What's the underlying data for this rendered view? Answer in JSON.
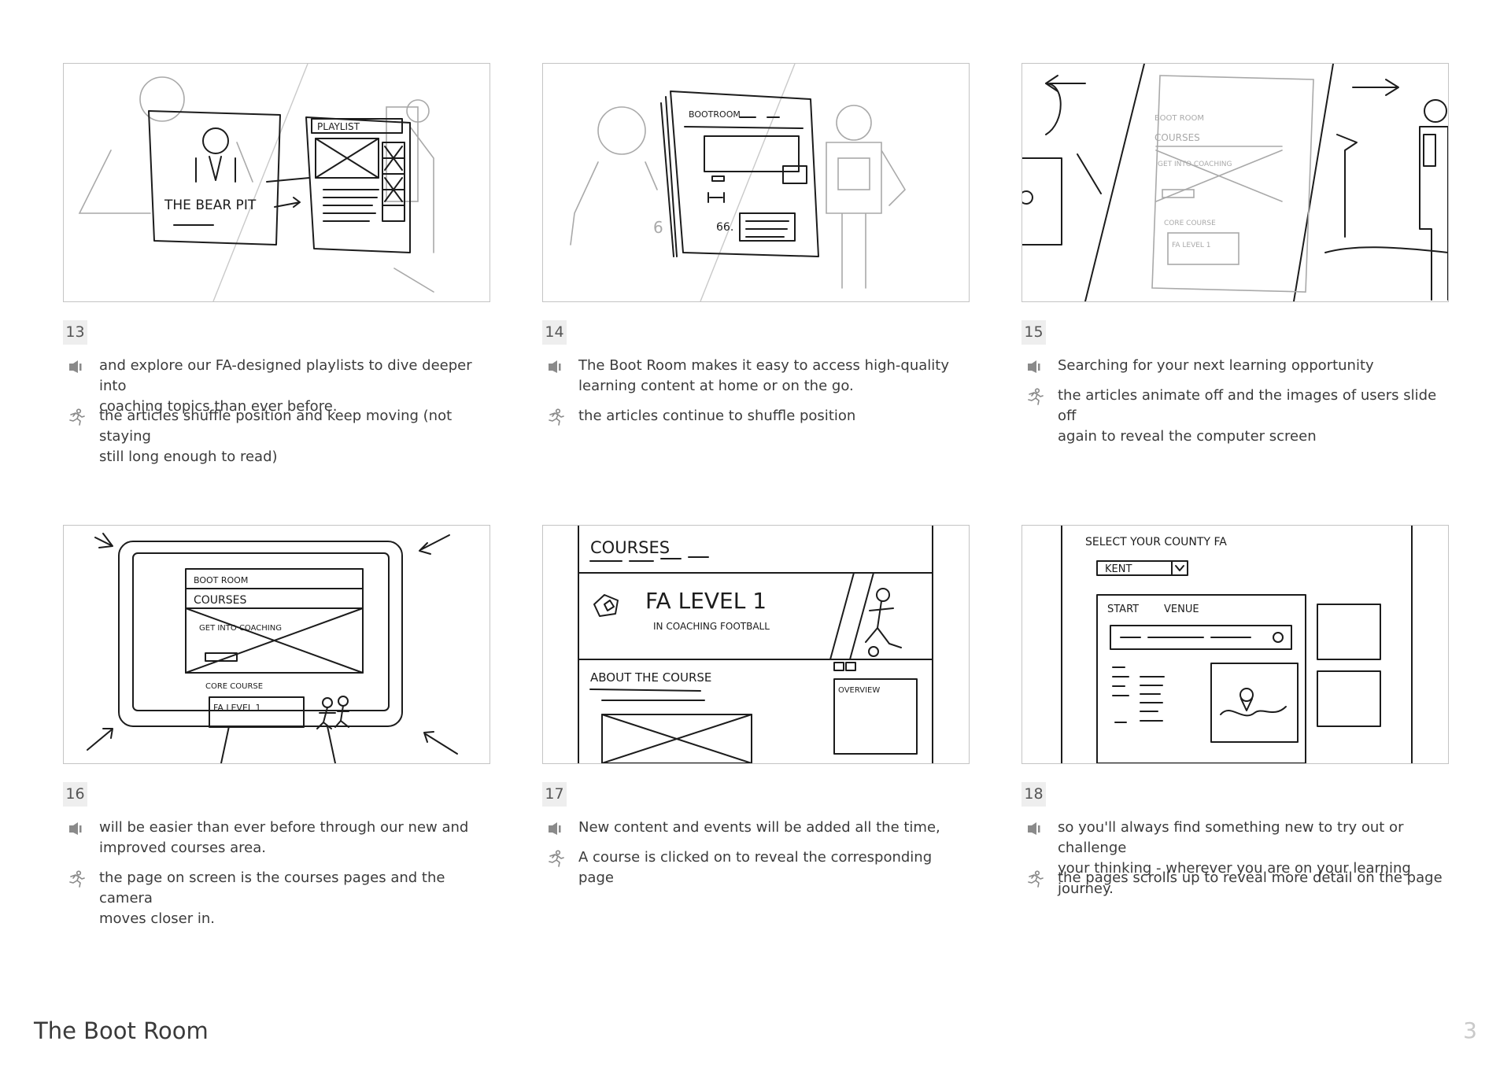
{
  "doc": {
    "title": "The Boot Room",
    "page_number": "3"
  },
  "icons": {
    "audio": "speaker-icon",
    "action": "running-figure-icon"
  },
  "panels": [
    {
      "number": "13",
      "audio": "and explore our FA-designed playlists to dive deeper into\ncoaching topics than ever before.",
      "action": "the articles shuffle position and keep moving (not staying\nstill long enough to read)",
      "sketch": {
        "labels": [
          "THE BEAR PIT",
          "PLAYLIST"
        ]
      }
    },
    {
      "number": "14",
      "audio": "The Boot Room makes it easy to access high-quality\nlearning content at home or on the go.",
      "action": "the articles continue to shuffle position",
      "sketch": {
        "labels": [
          "BOOTROOM",
          "66."
        ]
      }
    },
    {
      "number": "15",
      "audio": "Searching for your next learning opportunity",
      "action": "the articles animate off and the images of users slide off\nagain to reveal the computer screen",
      "sketch": {
        "labels": [
          "BOOT ROOM",
          "COURSES",
          "GET INTO COACHING",
          "CORE COURSE",
          "FA LEVEL 1"
        ]
      }
    },
    {
      "number": "16",
      "audio": "will be easier than ever before through our new and\nimproved courses area.",
      "action": "the page on screen is the courses pages and the camera\nmoves closer in.",
      "sketch": {
        "labels": [
          "BOOT ROOM",
          "COURSES",
          "GET INTO COACHING",
          "CORE COURSE",
          "FA LEVEL 1"
        ]
      }
    },
    {
      "number": "17",
      "audio": "New content and events will be added all the time,",
      "action": "A course is clicked on to reveal the corresponding page",
      "sketch": {
        "labels": [
          "COURSES",
          "FA LEVEL 1",
          "IN COACHING FOOTBALL",
          "ABOUT THE COURSE",
          "OVERVIEW"
        ]
      }
    },
    {
      "number": "18",
      "audio": "so you'll always find something new to try out or challenge\nyour thinking - wherever you are on your learning journey.",
      "action": "the pages scrolls up to reveal more detail on the page",
      "sketch": {
        "labels": [
          "SELECT YOUR COUNTY FA",
          "KENT",
          "START",
          "VENUE"
        ]
      }
    }
  ]
}
